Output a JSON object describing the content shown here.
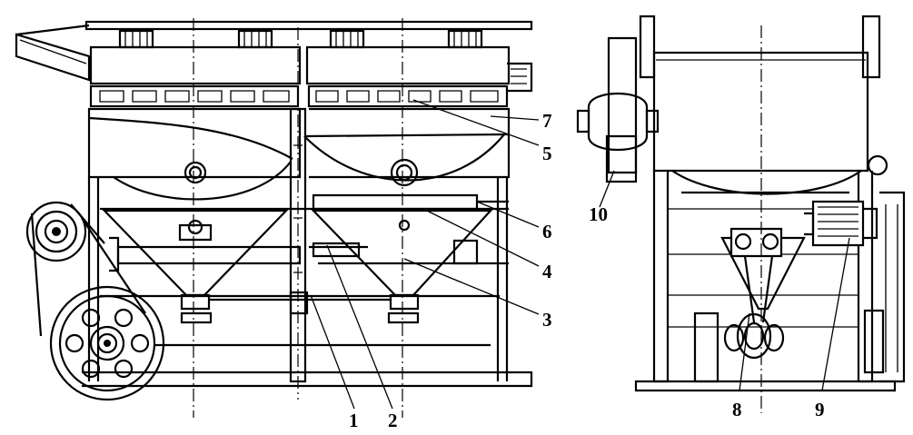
{
  "labels": {
    "l1": "1",
    "l2": "2",
    "l3": "3",
    "l4": "4",
    "l5": "5",
    "l6": "6",
    "l7": "7",
    "l8": "8",
    "l9": "9",
    "l10": "10"
  },
  "colors": {
    "ink": "#000000",
    "paper": "#ffffff"
  }
}
